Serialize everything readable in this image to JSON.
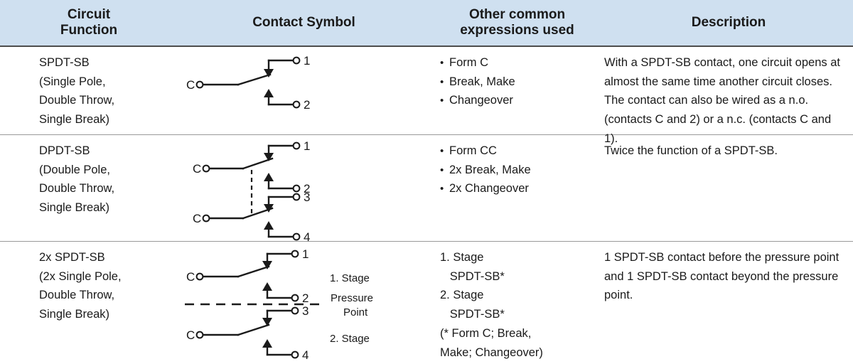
{
  "table": {
    "headers": [
      {
        "line1": "Circuit",
        "line2": "Function"
      },
      {
        "line1": "Contact Symbol",
        "line2": ""
      },
      {
        "line1": "Other common",
        "line2": "expressions used"
      },
      {
        "line1": "Description",
        "line2": ""
      }
    ],
    "rows": [
      {
        "function": {
          "name": "SPDT-SB",
          "lines": [
            "SPDT-SB",
            "(Single Pole,",
            "Double Throw,",
            "Single Break)"
          ]
        },
        "symbol": {
          "type": "spdt-sb",
          "common_terminals": [
            "C"
          ],
          "numbered_terminals": [
            "1",
            "2"
          ],
          "annotations": []
        },
        "expressions": [
          "Form C",
          "Break, Make",
          "Changeover"
        ],
        "description": "With a SPDT-SB contact, one circuit opens at almost the same time another circuit closes. The contact can also be wired as a n.o. (contacts C and 2) or a n.c. (contacts C and 1)."
      },
      {
        "function": {
          "name": "DPDT-SB",
          "lines": [
            "DPDT-SB",
            "(Double Pole,",
            "Double Throw,",
            "Single Break)"
          ]
        },
        "symbol": {
          "type": "dpdt-sb",
          "common_terminals": [
            "C",
            "C"
          ],
          "numbered_terminals": [
            "1",
            "2",
            "3",
            "4"
          ],
          "annotations": []
        },
        "expressions": [
          "Form CC",
          "2x Break, Make",
          "2x Changeover"
        ],
        "description": "Twice the function of a SPDT-SB."
      },
      {
        "function": {
          "name": "2x SPDT-SB",
          "lines": [
            "2x SPDT-SB",
            "(2x Single Pole,",
            "Double Throw,",
            "Single Break)"
          ]
        },
        "symbol": {
          "type": "2x-spdt-sb",
          "common_terminals": [
            "C",
            "C"
          ],
          "numbered_terminals": [
            "1",
            "2",
            "3",
            "4"
          ],
          "annotations": [
            "1. Stage",
            "Pressure",
            "Point",
            "2. Stage"
          ]
        },
        "expressions_plain": [
          "1. Stage",
          "   SPDT-SB*",
          "2. Stage",
          "   SPDT-SB*",
          "(* Form C; Break,",
          "Make; Changeover)"
        ],
        "description": "1 SPDT-SB contact before the pressure point and 1 SPDT-SB contact beyond the pressure point."
      }
    ]
  },
  "colors": {
    "header_background": "#cfe0f0",
    "header_rule": "#4d4d4d",
    "row_rule": "#9a9a9a",
    "text": "#1a1a1a",
    "diagram_stroke": "#1a1a1a"
  }
}
